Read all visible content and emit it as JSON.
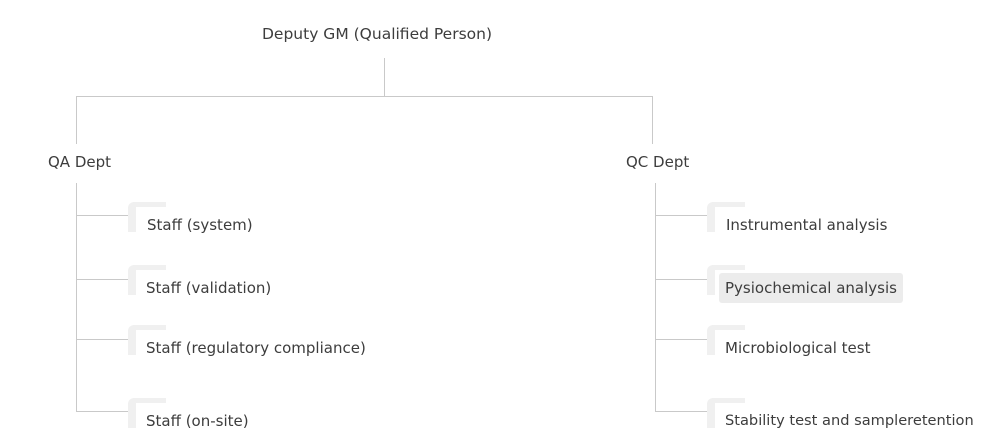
{
  "root": {
    "label": "Deputy GM (Qualified Person)"
  },
  "departments": [
    {
      "label": "QA Dept",
      "items": [
        {
          "label": "Staff (system)"
        },
        {
          "label": "Staff (validation)"
        },
        {
          "label": "Staff (regulatory compliance)"
        },
        {
          "label": "Staff (on-site)"
        }
      ]
    },
    {
      "label": "QC Dept",
      "items": [
        {
          "label": "Instrumental analysis"
        },
        {
          "label": "Pysiochemical analysis",
          "highlighted": true
        },
        {
          "label": "Microbiological test"
        },
        {
          "label": "Stability test and sampleretention"
        }
      ]
    }
  ],
  "colors": {
    "connector": "#c9c9c9",
    "text": "#3d3d3d",
    "tab": "#f0f0f0",
    "highlight": "#ececec"
  }
}
